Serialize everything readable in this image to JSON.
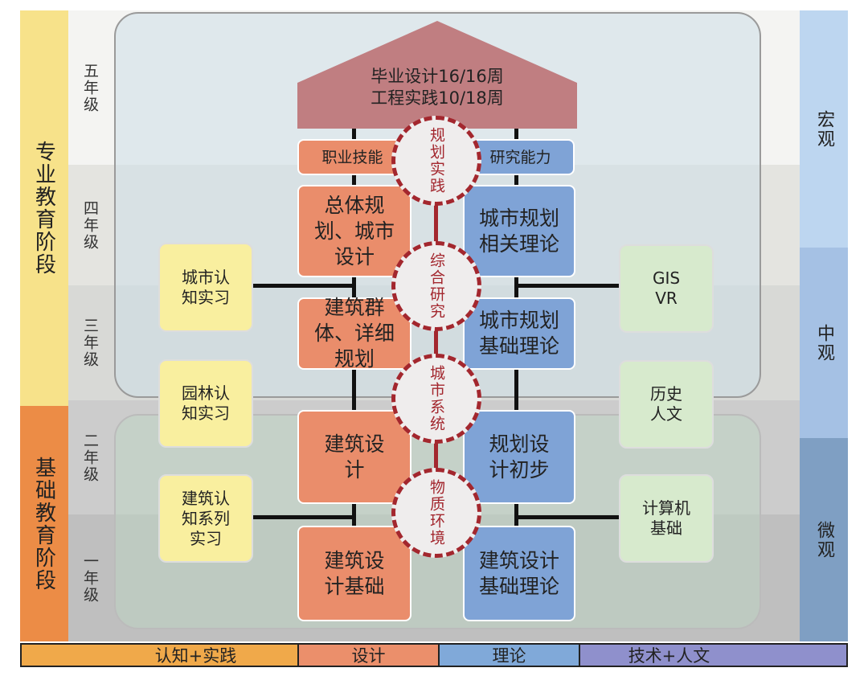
{
  "stages": {
    "professional": "专业教育阶段",
    "foundation": "基础教育阶段"
  },
  "years": [
    "五年级",
    "四年级",
    "三年级",
    "二年级",
    "一年级"
  ],
  "capstone": {
    "line1": "毕业设计16/16周",
    "line2": "工程实践10/18周"
  },
  "skills": {
    "left": "职业技能",
    "right": "研究能力"
  },
  "design_courses": [
    "总体规划、城市设计",
    "建筑群体、详细规划",
    "建筑设计",
    "建筑设计基础"
  ],
  "theory_courses": [
    "城市规划相关理论",
    "城市规划基础理论",
    "规划设计初步",
    "建筑设计基础理论"
  ],
  "themes": [
    "规划实践",
    "综合研究",
    "城市系统",
    "物质环境"
  ],
  "practice": [
    "城市认知实习",
    "园林认知实习",
    "建筑认知系列实习"
  ],
  "tech": [
    "GIS VR",
    "历史人文",
    "计算机基础"
  ],
  "scales": [
    "宏观",
    "中观",
    "微观"
  ],
  "legend": [
    "认知+实践",
    "设计",
    "理论",
    "技术+人文"
  ],
  "colors": {
    "design": "#ea8d6b",
    "theory": "#7fa3d6",
    "practice": "#f9ef9f",
    "tech": "#d7eacd",
    "theme": "#a3272e",
    "capstone": "#c07e81"
  }
}
